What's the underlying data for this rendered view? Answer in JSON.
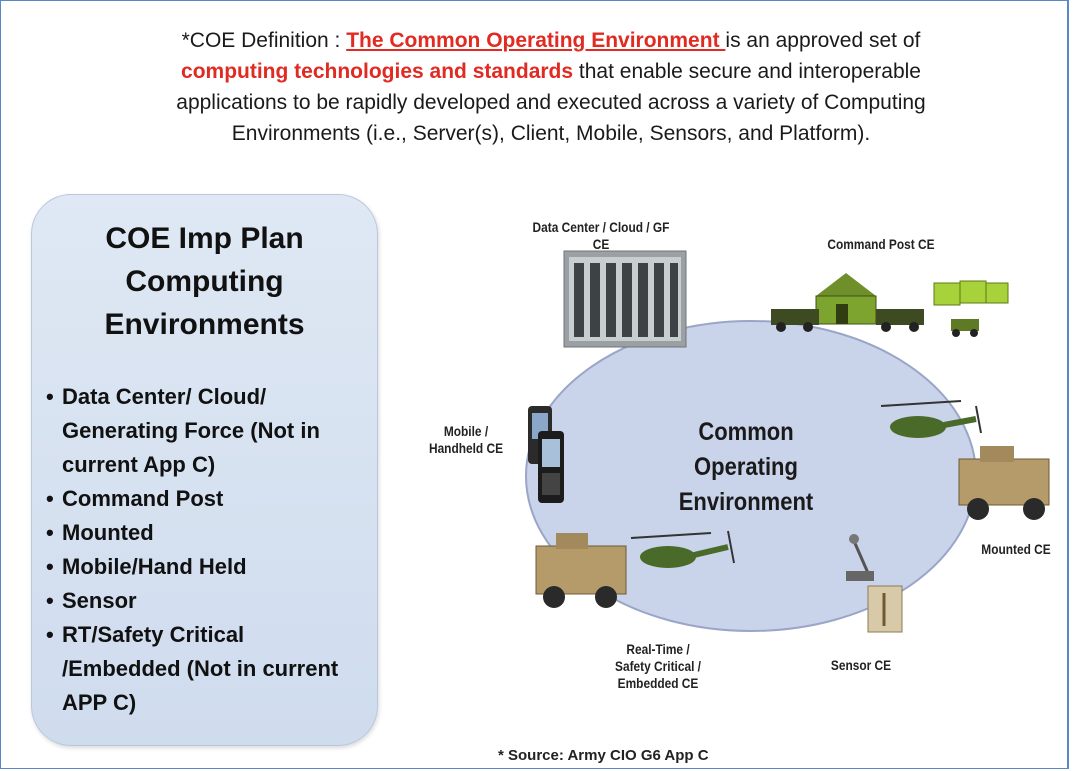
{
  "definition": {
    "prefix": "*COE Definition : ",
    "term": "The Common Operating Environment ",
    "mid1": "is an approved set of",
    "highlight": "computing technologies and standards",
    "rest1": " that enable secure and interoperable",
    "line3": "applications to be rapidly developed and executed across a variety of Computing",
    "line4": "Environments (i.e., Server(s), Client, Mobile, Sensors, and Platform)."
  },
  "panel": {
    "title_lines": [
      "COE Imp Plan",
      "Computing",
      "Environments"
    ],
    "items": [
      "Data Center/ Cloud/ Generating Force  (Not in current App C)",
      "Command Post",
      "Mounted",
      "Mobile/Hand Held",
      "Sensor",
      "RT/Safety Critical /Embedded (Not in current APP C)"
    ]
  },
  "diagram": {
    "center_lines": [
      "Common Operating",
      "Environment"
    ],
    "labels": {
      "data_center": "Data Center / Cloud / GF CE",
      "command_post": "Command Post CE",
      "mobile_lines": [
        "Mobile /",
        "Handheld CE"
      ],
      "mounted": "Mounted CE",
      "realtime_lines": [
        "Real-Time /",
        "Safety Critical /",
        "Embedded CE"
      ],
      "sensor": "Sensor CE"
    },
    "colors": {
      "ellipse_fill": "#c9d3ea",
      "ellipse_stroke": "#9aa6c7",
      "military_green": "#5f7a24",
      "bright_green": "#a8d23a",
      "desert_tan": "#b59a6a"
    }
  },
  "source": "* Source:  Army CIO G6 App C"
}
